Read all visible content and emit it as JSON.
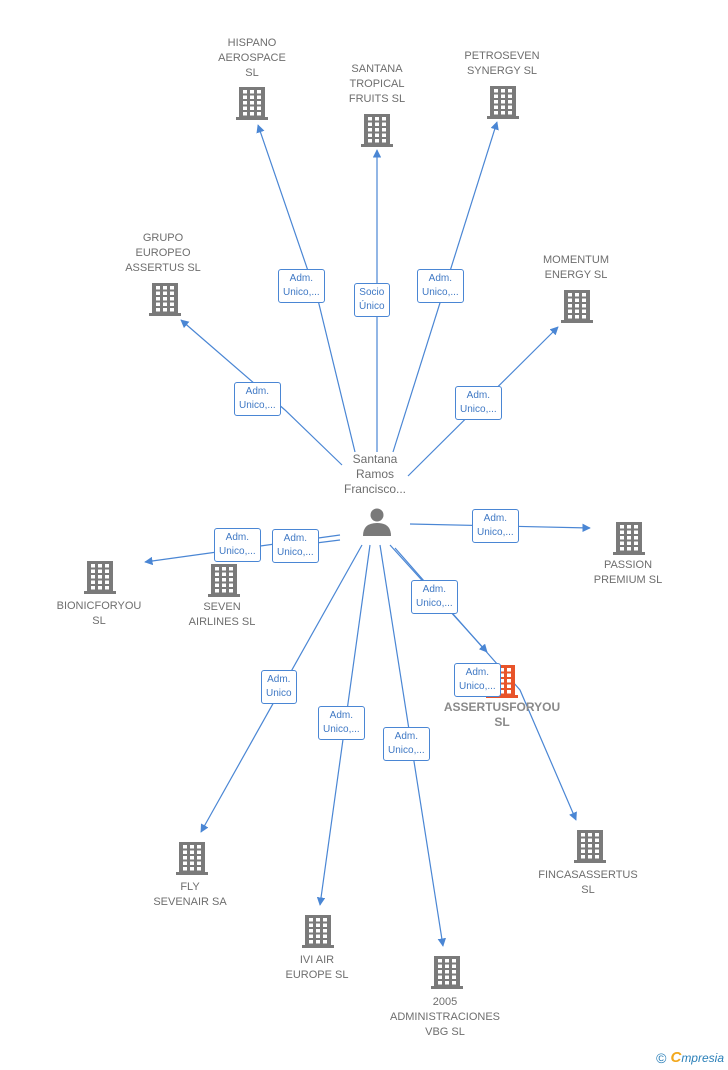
{
  "person": {
    "name": "Santana\nRamos\nFrancisco..."
  },
  "companies": [
    {
      "id": "hispano",
      "name": "HISPANO\nAEROSPACE\nSL",
      "main": false
    },
    {
      "id": "santana_tropical",
      "name": "SANTANA\nTROPICAL\nFRUITS SL",
      "main": false
    },
    {
      "id": "petroseven",
      "name": "PETROSEVEN\nSYNERGY SL",
      "main": false
    },
    {
      "id": "grupo_europeo",
      "name": "GRUPO\nEUROPEO\nASSERTUS SL",
      "main": false
    },
    {
      "id": "momentum",
      "name": "MOMENTUM\nENERGY SL",
      "main": false
    },
    {
      "id": "passion",
      "name": "PASSION\nPREMIUM SL",
      "main": false
    },
    {
      "id": "bionicforyou",
      "name": "BIONICFORYOU\nSL",
      "main": false
    },
    {
      "id": "seven_airlines",
      "name": "SEVEN\nAIRLINES SL",
      "main": false
    },
    {
      "id": "assertusforyou",
      "name": "ASSERTUSFORYOU\nSL",
      "main": true
    },
    {
      "id": "fincaassertus",
      "name": "FINCASASSERTUS\nSL",
      "main": false
    },
    {
      "id": "fly_sevenair",
      "name": "FLY\nSEVENAIR SA",
      "main": false
    },
    {
      "id": "ivi_air",
      "name": "IVI AIR\nEUROPE SL",
      "main": false
    },
    {
      "id": "administraciones",
      "name": "2005\nADMINISTRACIONES\nVBG SL",
      "main": false
    }
  ],
  "edges": [
    {
      "target": "hispano",
      "label": "Adm.\nUnico,..."
    },
    {
      "target": "santana_tropical",
      "label": "Socio\nÚnico"
    },
    {
      "target": "petroseven",
      "label": "Adm.\nUnico,..."
    },
    {
      "target": "grupo_europeo",
      "label": "Adm.\nUnico,..."
    },
    {
      "target": "momentum",
      "label": "Adm.\nUnico,..."
    },
    {
      "target": "passion",
      "label": "Adm.\nUnico,..."
    },
    {
      "target": "bionicforyou",
      "label": "Adm.\nUnico,..."
    },
    {
      "target": "seven_airlines",
      "label": "Adm.\nUnico,..."
    },
    {
      "target": "assertusforyou",
      "label": "Adm.\nUnico,..."
    },
    {
      "target": "fincaassertus",
      "label": "Adm.\nUnico,..."
    },
    {
      "target": "fly_sevenair",
      "label": "Adm.\nUnico"
    },
    {
      "target": "ivi_air",
      "label": "Adm.\nUnico,..."
    },
    {
      "target": "administraciones",
      "label": "Adm.\nUnico,..."
    }
  ],
  "footer": {
    "copyright": "©",
    "brand_first": "C",
    "brand_rest": "mpresia"
  },
  "colors": {
    "edge": "#4a86d4",
    "building": "#7a7a7a",
    "main_building": "#e8542a",
    "person": "#7a7a7a"
  }
}
